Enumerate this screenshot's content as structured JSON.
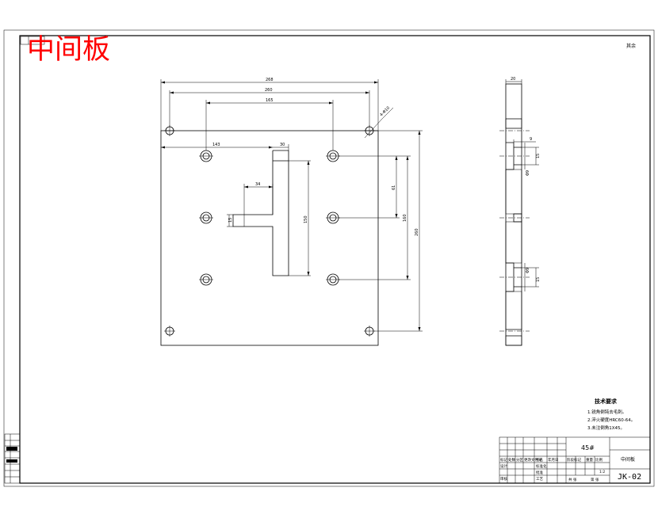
{
  "title": "中间板",
  "corner_mark": "其余",
  "front_view": {
    "dims": {
      "overall_width": "268",
      "hole_span_260": "260",
      "hole_span_165": "165",
      "hole_callout": "4-Φ10",
      "left_offset": "143",
      "slot_top": "30",
      "slot_step": "34",
      "slot_neck": "15",
      "slot_height": "150",
      "vert_61": "61",
      "vert_160": "160",
      "vert_260": "260"
    }
  },
  "side_view": {
    "dims": {
      "thickness": "20",
      "d9": "9",
      "d15_top": "15",
      "phi9_top": "Φ9",
      "d15_bot": "15",
      "phi9_bot": "Φ9"
    }
  },
  "notes": {
    "title": "技术要求",
    "items": [
      "1.锐角倒钝去毛刺。",
      "2.淬火硬度HRC60-64。",
      "3.未注倒角1X45。"
    ]
  },
  "title_block": {
    "material": "45#",
    "part_name": "中间板",
    "drawing_number": "JK-02",
    "scale": "1:2",
    "header_cells": [
      "标记",
      "处数",
      "分区",
      "更改文件号",
      "签名",
      "年月日"
    ],
    "label_design": "设计",
    "label_check": "审核",
    "label_process": "工艺",
    "label_standard": "标准化",
    "label_approve": "批准",
    "label_stage": "阶段标记",
    "label_weight": "重量",
    "label_scale": "比例",
    "label_sheet": "共 张",
    "label_sheet2": "第 张"
  }
}
